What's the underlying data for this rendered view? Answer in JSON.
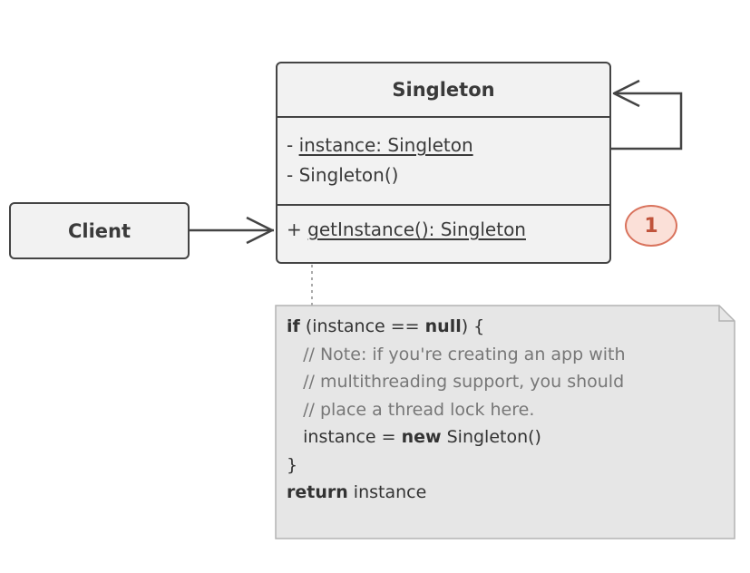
{
  "client": {
    "label": "Client"
  },
  "singleton": {
    "name": "Singleton",
    "fields": [
      {
        "prefix": "- ",
        "text": "instance: Singleton",
        "static": true
      },
      {
        "prefix": "- ",
        "text": "Singleton()",
        "static": false
      }
    ],
    "methods": [
      {
        "prefix": "+ ",
        "text": "getInstance(): Singleton",
        "static": true
      }
    ]
  },
  "badge": {
    "label": "1"
  },
  "note": {
    "lines": [
      {
        "parts": [
          {
            "t": "if",
            "k": "kw"
          },
          {
            "t": " (instance == ",
            "k": ""
          },
          {
            "t": "null",
            "k": "kw"
          },
          {
            "t": ") {",
            "k": ""
          }
        ]
      },
      {
        "parts": [
          {
            "t": "   // Note: if you're creating an app with",
            "k": "cm"
          }
        ]
      },
      {
        "parts": [
          {
            "t": "   // multithreading support, you should",
            "k": "cm"
          }
        ]
      },
      {
        "parts": [
          {
            "t": "   // place a thread lock here.",
            "k": "cm"
          }
        ]
      },
      {
        "parts": [
          {
            "t": "   instance = ",
            "k": ""
          },
          {
            "t": "new",
            "k": "kw"
          },
          {
            "t": " Singleton()",
            "k": ""
          }
        ]
      },
      {
        "parts": [
          {
            "t": "}",
            "k": ""
          }
        ]
      },
      {
        "parts": [
          {
            "t": "return",
            "k": "kw"
          },
          {
            "t": " instance",
            "k": ""
          }
        ]
      }
    ]
  },
  "colors": {
    "box_fill": "#f2f2f2",
    "stroke": "#444444",
    "badge_fill": "#fbe0d8",
    "badge_stroke": "#d9735d",
    "note_fill": "#e6e6e6",
    "note_stroke": "#b3b3b3"
  }
}
